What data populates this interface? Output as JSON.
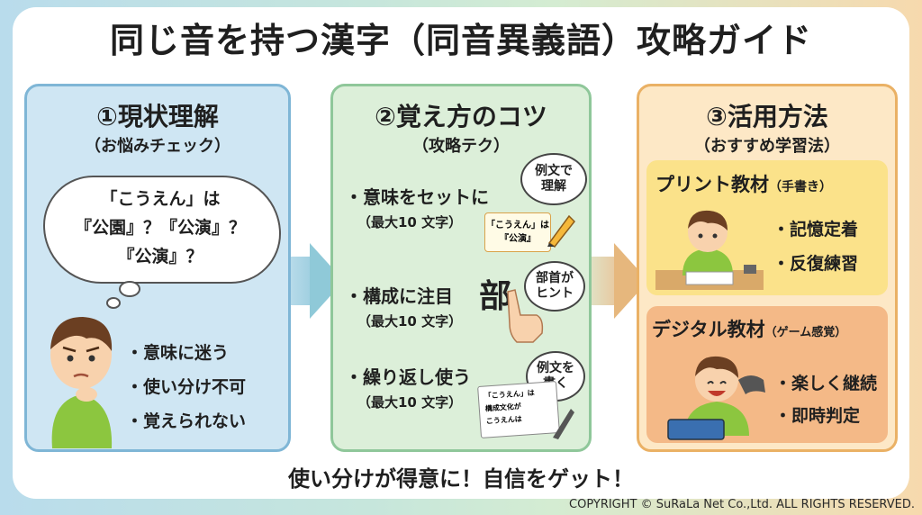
{
  "title": "同じ音を持つ漢字（同音異義語）攻略ガイド",
  "panel1": {
    "heading": "①現状理解",
    "subheading": "（お悩みチェック）",
    "thought_lines": [
      "「こうえん」は",
      "『公園』？『公演』？",
      "『公演』？"
    ],
    "bullets": [
      "・意味に迷う",
      "・使い分け不可",
      "・覚えられない"
    ]
  },
  "panel2": {
    "heading": "②覚え方のコツ",
    "subheading": "（攻略テク）",
    "tips": [
      {
        "label": "・意味をセットに",
        "sub": "（最大10 文字）",
        "callout": [
          "例文で",
          "理解"
        ],
        "card_lines": [
          "「こうえん」は",
          "『公演』"
        ]
      },
      {
        "label": "・構成に注目",
        "sub": "（最大10 文字）",
        "callout": [
          "部首が",
          "ヒント"
        ],
        "kanji": "部"
      },
      {
        "label": "・繰り返し使う",
        "sub": "（最大10 文字）",
        "callout": [
          "例文を",
          "書く"
        ],
        "note_lines": [
          "「こうえん」は",
          "構成文化が",
          "こうえんは"
        ]
      }
    ]
  },
  "panel3": {
    "heading": "③活用方法",
    "subheading": "（おすすめ学習法）",
    "print": {
      "title": "プリント教材",
      "title_small": "（手書き）",
      "bullets": [
        "・記憶定着",
        "・反復練習"
      ]
    },
    "digital": {
      "title": "デジタル教材",
      "title_small": "（ゲーム感覚）",
      "bullets": [
        "・楽しく継続",
        "・即時判定"
      ]
    }
  },
  "footer": "使い分けが得意に！自信をゲット！",
  "copyright": "COPYRIGHT © SuRaLa Net Co.,Ltd. ALL RIGHTS RESERVED."
}
